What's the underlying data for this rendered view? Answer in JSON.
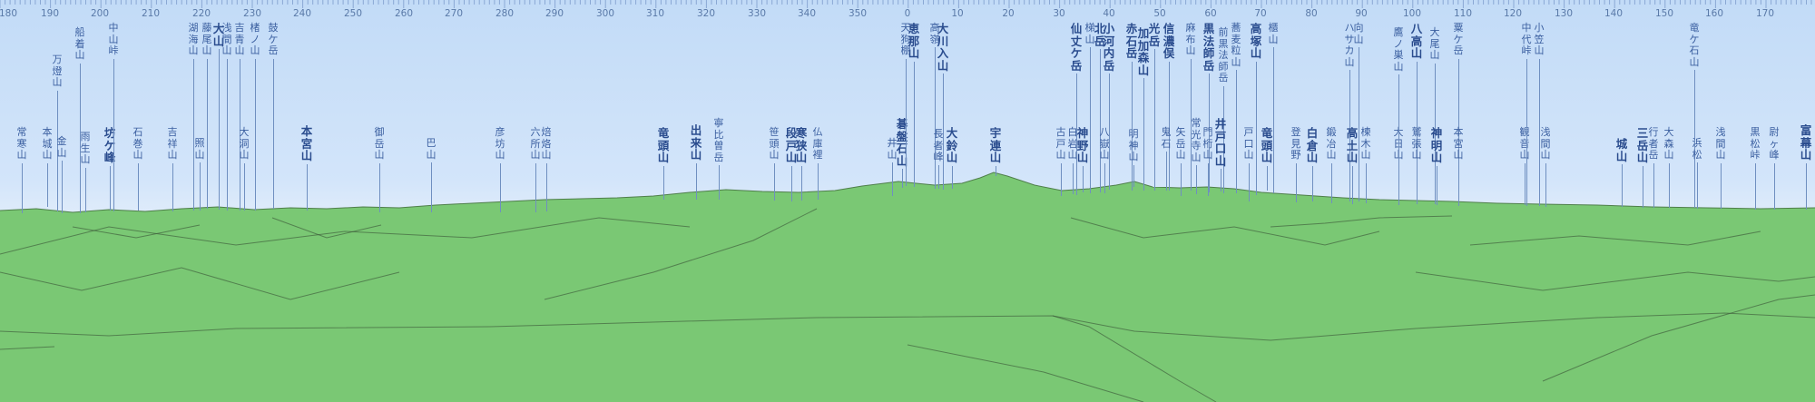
{
  "view": {
    "sky_color": "#cfe3fa",
    "terrain_color": "#7ac874",
    "ridge_line_color": "#3d5a3a",
    "label_color": "#3b5fa0"
  },
  "compass": [
    {
      "deg": "180"
    },
    {
      "deg": "190"
    },
    {
      "deg": "200"
    },
    {
      "deg": "210"
    },
    {
      "deg": "220"
    },
    {
      "deg": "230"
    },
    {
      "deg": "240"
    },
    {
      "deg": "250"
    },
    {
      "deg": "260"
    },
    {
      "deg": "270"
    },
    {
      "deg": "280"
    },
    {
      "deg": "290"
    },
    {
      "deg": "300"
    },
    {
      "deg": "310"
    },
    {
      "deg": "320"
    },
    {
      "deg": "330"
    },
    {
      "deg": "340"
    },
    {
      "deg": "350"
    },
    {
      "deg": "0"
    },
    {
      "deg": "10"
    },
    {
      "deg": "20"
    },
    {
      "deg": "30"
    },
    {
      "deg": "40"
    },
    {
      "deg": "50"
    },
    {
      "deg": "60"
    },
    {
      "deg": "70"
    },
    {
      "deg": "80"
    },
    {
      "deg": "90"
    },
    {
      "deg": "100"
    },
    {
      "deg": "110"
    },
    {
      "deg": "120"
    },
    {
      "deg": "130"
    },
    {
      "deg": "140"
    },
    {
      "deg": "150"
    },
    {
      "deg": "160"
    },
    {
      "deg": "170"
    }
  ],
  "peaks": [
    {
      "name": "常寒山",
      "bold": false
    },
    {
      "name": "万燈山",
      "bold": false
    },
    {
      "name": "本城山",
      "bold": false
    },
    {
      "name": "金山",
      "bold": false
    },
    {
      "name": "船着山",
      "bold": false
    },
    {
      "name": "雨生山",
      "bold": false
    },
    {
      "name": "坊ケ峰",
      "bold": true
    },
    {
      "name": "中山峠",
      "bold": false
    },
    {
      "name": "石巻山",
      "bold": false
    },
    {
      "name": "吉祥山",
      "bold": false
    },
    {
      "name": "湖海山",
      "bold": false
    },
    {
      "name": "照山",
      "bold": false
    },
    {
      "name": "藤尾山",
      "bold": false
    },
    {
      "name": "大山",
      "bold": true
    },
    {
      "name": "浅間山",
      "bold": false
    },
    {
      "name": "吉青山",
      "bold": false
    },
    {
      "name": "大洞山",
      "bold": false
    },
    {
      "name": "楮ノ山",
      "bold": false
    },
    {
      "name": "鼓ケ岳",
      "bold": false
    },
    {
      "name": "本宮山",
      "bold": true
    },
    {
      "name": "御岳山",
      "bold": false
    },
    {
      "name": "巴山",
      "bold": false
    },
    {
      "name": "彦坊山",
      "bold": false
    },
    {
      "name": "六所山",
      "bold": false
    },
    {
      "name": "焙烙山",
      "bold": false
    },
    {
      "name": "竜頭山",
      "bold": true
    },
    {
      "name": "出来山",
      "bold": true
    },
    {
      "name": "寧比曽岳",
      "bold": false
    },
    {
      "name": "笹頭山",
      "bold": false
    },
    {
      "name": "段戸山",
      "bold": true
    },
    {
      "name": "寒狭山",
      "bold": true
    },
    {
      "name": "仏庫裡",
      "bold": false
    },
    {
      "name": "井山",
      "bold": false
    },
    {
      "name": "碁盤石山",
      "bold": true
    },
    {
      "name": "天狗棚",
      "bold": false
    },
    {
      "name": "恵那山",
      "bold": true
    },
    {
      "name": "高嶺",
      "bold": false
    },
    {
      "name": "長者峰",
      "bold": false
    },
    {
      "name": "大川入山",
      "bold": true
    },
    {
      "name": "大鈴山",
      "bold": true
    },
    {
      "name": "宇連山",
      "bold": true
    },
    {
      "name": "古戸山",
      "bold": false
    },
    {
      "name": "白岩山",
      "bold": false
    },
    {
      "name": "神野山",
      "bold": true
    },
    {
      "name": "仙丈ケ岳",
      "bold": true
    },
    {
      "name": "梯山",
      "bold": false
    },
    {
      "name": "北岳",
      "bold": true
    },
    {
      "name": "八嶽山",
      "bold": false
    },
    {
      "name": "小河内岳",
      "bold": true
    },
    {
      "name": "赤石岳",
      "bold": true
    },
    {
      "name": "明神山",
      "bold": false
    },
    {
      "name": "光岳",
      "bold": true
    },
    {
      "name": "加加森山",
      "bold": true
    },
    {
      "name": "信濃俣",
      "bold": true
    },
    {
      "name": "鬼石",
      "bold": false
    },
    {
      "name": "麻布山",
      "bold": false
    },
    {
      "name": "矢岳山",
      "bold": false
    },
    {
      "name": "常光寺山",
      "bold": false
    },
    {
      "name": "黒法師岳",
      "bold": true
    },
    {
      "name": "門桁山",
      "bold": false
    },
    {
      "name": "前黒法師岳",
      "bold": false
    },
    {
      "name": "井戸口山",
      "bold": true
    },
    {
      "name": "蕎麦粒山",
      "bold": false
    },
    {
      "name": "戸口山",
      "bold": false
    },
    {
      "name": "高塚山",
      "bold": true
    },
    {
      "name": "竜頭山",
      "bold": true
    },
    {
      "name": "櫃山",
      "bold": false
    },
    {
      "name": "登見野",
      "bold": false
    },
    {
      "name": "白倉山",
      "bold": true
    },
    {
      "name": "鍛冶山",
      "bold": false
    },
    {
      "name": "ハサカ山",
      "bold": false
    },
    {
      "name": "高土山",
      "bold": true
    },
    {
      "name": "向山",
      "bold": false
    },
    {
      "name": "楝木山",
      "bold": false
    },
    {
      "name": "大日山",
      "bold": false
    },
    {
      "name": "鷹ノ巣山",
      "bold": false
    },
    {
      "name": "八高山",
      "bold": true
    },
    {
      "name": "鷲張山",
      "bold": false
    },
    {
      "name": "大尾山",
      "bold": false
    },
    {
      "name": "神明山",
      "bold": true
    },
    {
      "name": "粟ケ岳",
      "bold": false
    },
    {
      "name": "本宮山",
      "bold": false
    },
    {
      "name": "観音山",
      "bold": false
    },
    {
      "name": "中代峠",
      "bold": false
    },
    {
      "name": "小笠山",
      "bold": false
    },
    {
      "name": "浅間山",
      "bold": false
    },
    {
      "name": "城山",
      "bold": true
    },
    {
      "name": "三岳山",
      "bold": true
    },
    {
      "name": "行者岳",
      "bold": false
    },
    {
      "name": "大森山",
      "bold": false
    },
    {
      "name": "竜ケ石山",
      "bold": false
    },
    {
      "name": "浜松",
      "bold": false
    },
    {
      "name": "浅間山",
      "bold": false
    },
    {
      "name": "黒松峠",
      "bold": false
    },
    {
      "name": "尉ヶ峰",
      "bold": false
    },
    {
      "name": "富幕山",
      "bold": true
    }
  ]
}
